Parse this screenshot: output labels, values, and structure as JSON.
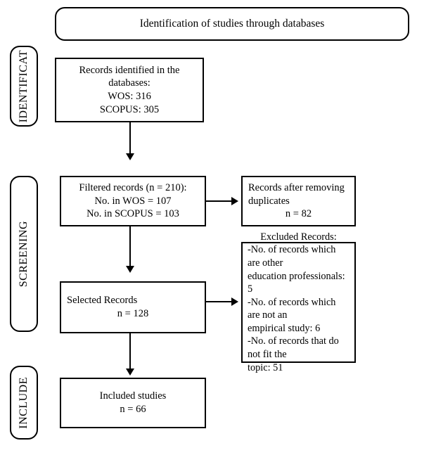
{
  "banner": {
    "title": "Identification of studies through databases"
  },
  "stages": [
    {
      "id": "identification",
      "label": "IDENTIFICAT"
    },
    {
      "id": "screening",
      "label": "SCREENING"
    },
    {
      "id": "included",
      "label": "INCLUDE"
    }
  ],
  "boxes": {
    "records_identified": {
      "line1": "Records identified in the",
      "line2": "databases:",
      "line3": "WOS: 316",
      "line4": "SCOPUS: 305"
    },
    "filtered_records": {
      "line1": "Filtered records (n = 210):",
      "line2": "No. in WOS = 107",
      "line3": "No. in SCOPUS = 103"
    },
    "duplicates_removed": {
      "line1": "Records after removing",
      "line2": "duplicates",
      "line3": "n = 82"
    },
    "selected_records": {
      "line1": "Selected Records",
      "line2": "n = 128"
    },
    "excluded_records": {
      "title": "Excluded Records:",
      "reason1_line1": "-No. of records which are other",
      "reason1_line2": "education professionals: 5",
      "reason2_line1": "-No. of records which are not an",
      "reason2_line2": "empirical study: 6",
      "reason3_line1": "-No. of records that do not fit the",
      "reason3_line2": "topic: 51"
    },
    "included_studies": {
      "line1": "Included studies",
      "line2": "n = 66"
    }
  },
  "colors": {
    "stroke": "#000000",
    "background": "#ffffff",
    "text": "#000000"
  }
}
